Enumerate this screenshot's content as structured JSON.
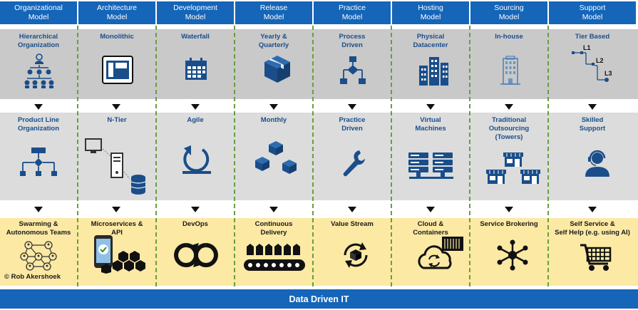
{
  "columns": [
    {
      "header": "Organizational\nModel",
      "row1": "Hierarchical\nOrganization",
      "row2": "Product Line\nOrganization",
      "row3": "Swarming &\nAutonomous Teams"
    },
    {
      "header": "Architecture\nModel",
      "row1": "Monolithic",
      "row2": "N-Tier",
      "row3": "Microservices &\nAPI"
    },
    {
      "header": "Development\nModel",
      "row1": "Waterfall",
      "row2": "Agile",
      "row3": "DevOps"
    },
    {
      "header": "Release\nModel",
      "row1": "Yearly &\nQuarterly",
      "row2": "Monthly",
      "row3": "Continuous\nDelivery"
    },
    {
      "header": "Practice\nModel",
      "row1": "Process\nDriven",
      "row2": "Practice\nDriven",
      "row3": "Value Stream"
    },
    {
      "header": "Hosting\nModel",
      "row1": "Physical\nDatacenter",
      "row2": "Virtual\nMachines",
      "row3": "Cloud &\nContainers"
    },
    {
      "header": "Sourcing\nModel",
      "row1": "In-house",
      "row2": "Traditional\nOutsourcing\n(Towers)",
      "row3": "Service Brokering"
    },
    {
      "header": "Support\nModel",
      "row1": "Tier Based",
      "row2": "Skilled\nSupport",
      "row3": "Self Service &\nSelf Help (e.g. using AI)"
    }
  ],
  "tier_labels": [
    "L1",
    "L2",
    "L3"
  ],
  "copyright": "© Rob Akershoek",
  "footer": "Data Driven IT",
  "colors": {
    "header_blue": "#1565b8",
    "icon_blue": "#1a4e8a",
    "row1_bg": "#c9c9c9",
    "row2_bg": "#dcdcdc",
    "row3_bg": "#fce9a4",
    "divider_green": "#6a9e3c"
  }
}
